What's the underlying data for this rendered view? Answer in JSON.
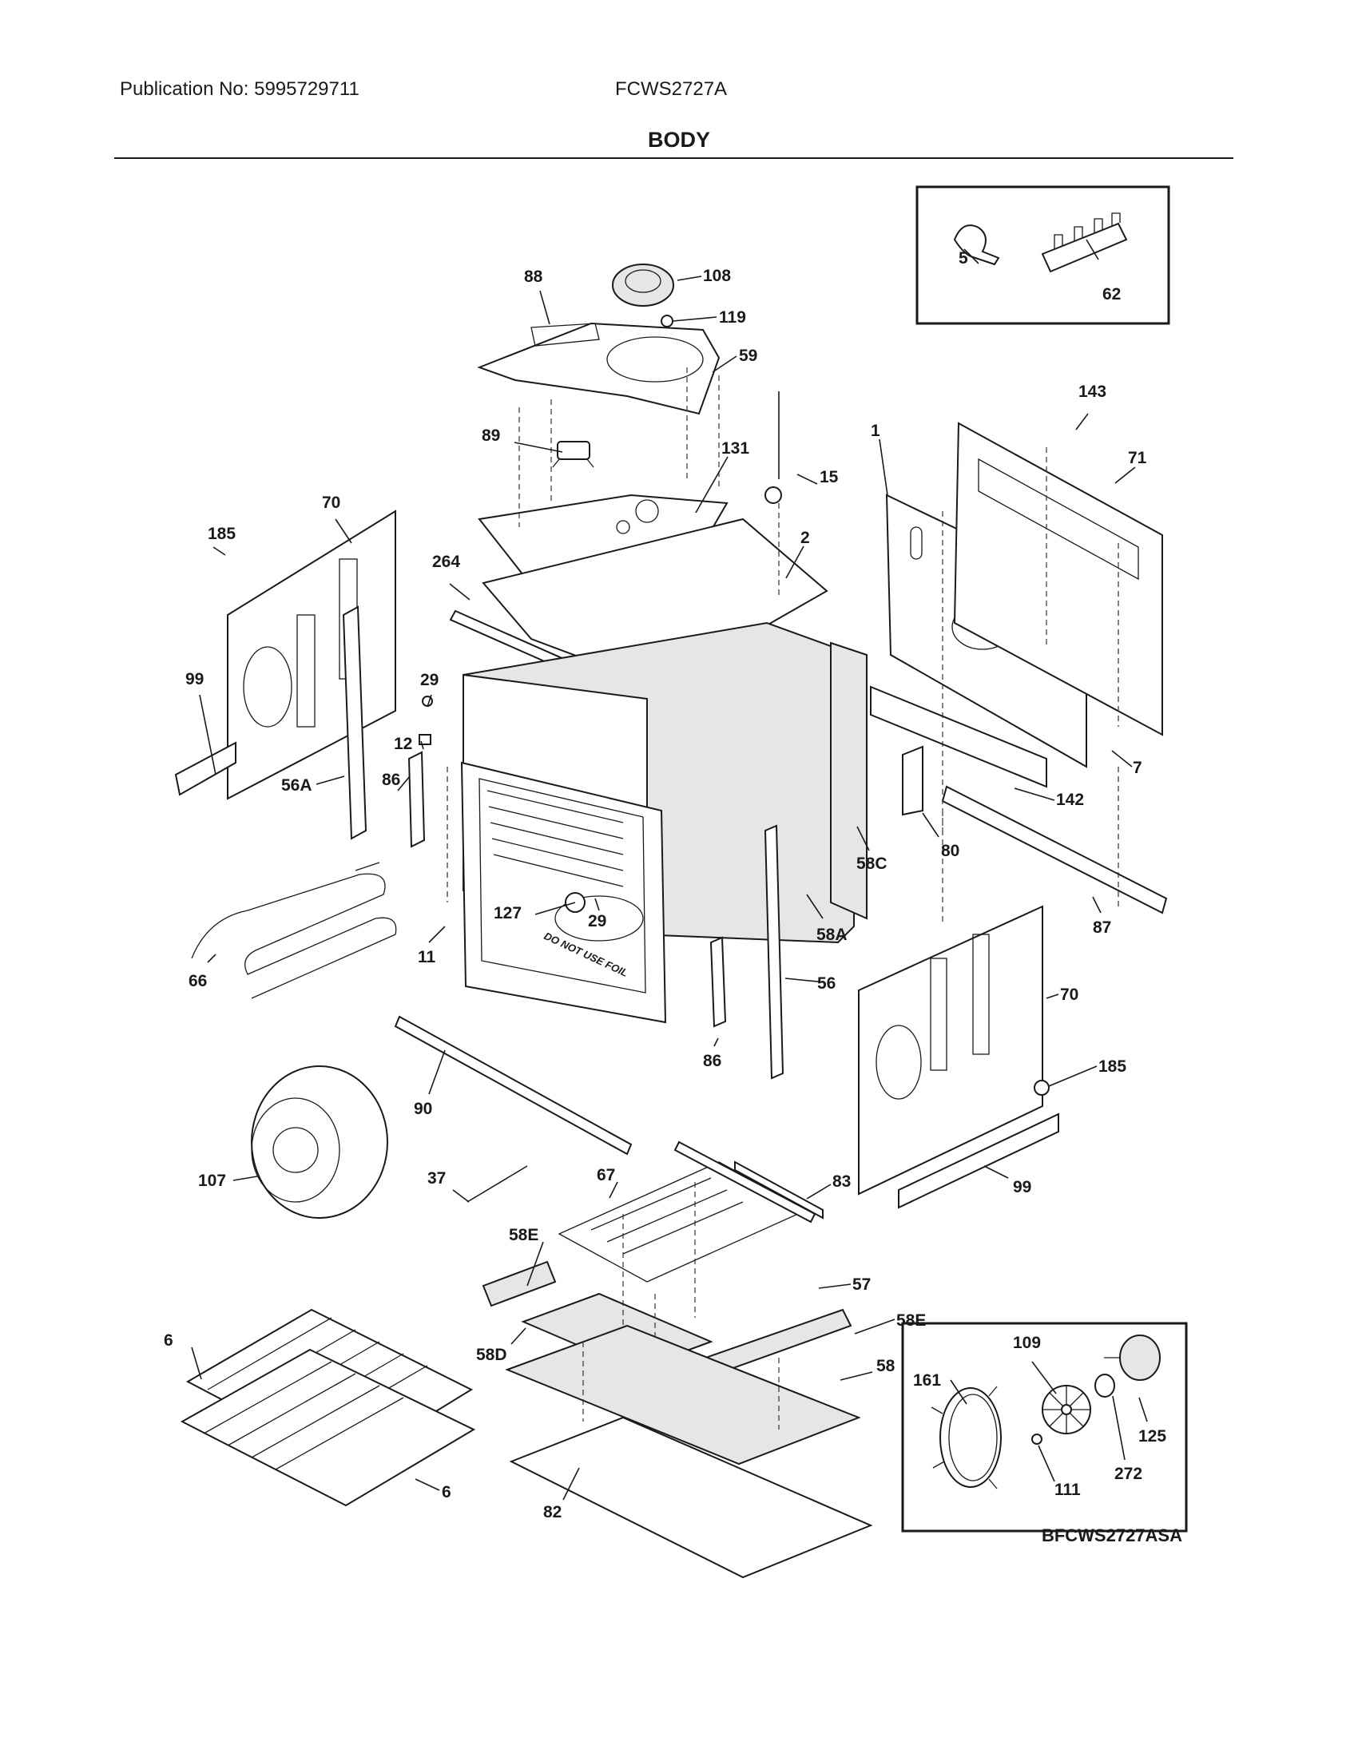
{
  "header": {
    "publication": "Publication No: 5995729711",
    "model": "FCWS2727A",
    "title": "BODY"
  },
  "diagram_code": "BFCWS2727ASA",
  "inset_top_labels": [
    "5",
    "62"
  ],
  "inset_bottom_labels": [
    "109",
    "161",
    "125",
    "272",
    "111"
  ],
  "callouts": [
    "108",
    "88",
    "119",
    "59",
    "143",
    "89",
    "131",
    "1",
    "71",
    "15",
    "70",
    "185",
    "2",
    "264",
    "99",
    "29",
    "12",
    "86",
    "56A",
    "7",
    "142",
    "80",
    "127",
    "29",
    "58C",
    "87",
    "58A",
    "11",
    "66",
    "56",
    "70",
    "86",
    "185",
    "90",
    "107",
    "37",
    "67",
    "83",
    "99",
    "58E",
    "57",
    "6",
    "58E",
    "58D",
    "58",
    "6",
    "82"
  ],
  "watermark": "DO NOT USE FOIL"
}
